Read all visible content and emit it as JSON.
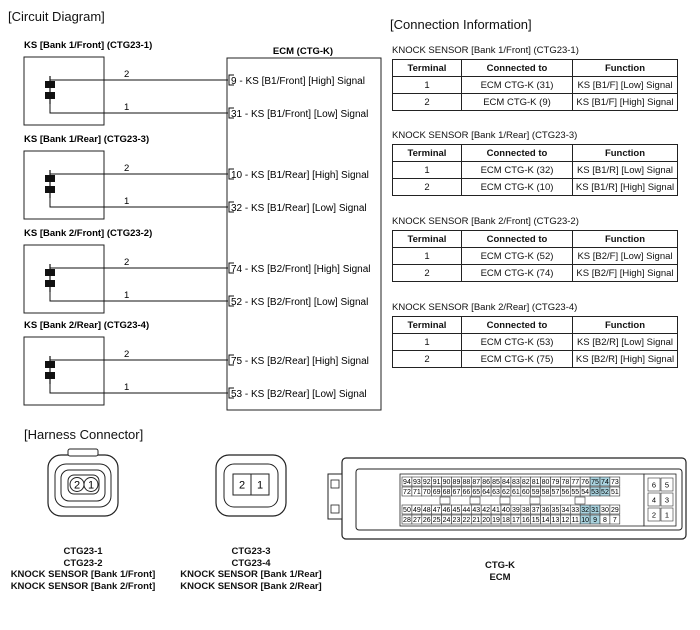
{
  "sections": {
    "circuit": "[Circuit Diagram]",
    "connection": "[Connection Information]",
    "harness": "[Harness Connector]"
  },
  "ecm_title": "ECM (CTG-K)",
  "sensors": [
    {
      "label": "KS [Bank 1/Front] (CTG23-1)",
      "pin_hi": "2",
      "pin_lo": "1",
      "ecm_hi": "9 - KS [B1/Front] [High] Signal",
      "ecm_lo": "31 - KS [B1/Front] [Low] Signal"
    },
    {
      "label": "KS [Bank 1/Rear] (CTG23-3)",
      "pin_hi": "2",
      "pin_lo": "1",
      "ecm_hi": "10 - KS [B1/Rear] [High] Signal",
      "ecm_lo": "32 - KS [B1/Rear] [Low] Signal"
    },
    {
      "label": "KS [Bank 2/Front] (CTG23-2)",
      "pin_hi": "2",
      "pin_lo": "1",
      "ecm_hi": "74 - KS [B2/Front] [High] Signal",
      "ecm_lo": "52 - KS [B2/Front] [Low] Signal"
    },
    {
      "label": "KS [Bank 2/Rear] (CTG23-4)",
      "pin_hi": "2",
      "pin_lo": "1",
      "ecm_hi": "75 - KS [B2/Rear] [High] Signal",
      "ecm_lo": "53 - KS [B2/Rear] [Low] Signal"
    }
  ],
  "tables": [
    {
      "title": "KNOCK SENSOR [Bank 1/Front] (CTG23-1)",
      "headers": [
        "Terminal",
        "Connected to",
        "Function"
      ],
      "rows": [
        [
          "1",
          "ECM CTG-K (31)",
          "KS [B1/F] [Low] Signal"
        ],
        [
          "2",
          "ECM CTG-K (9)",
          "KS [B1/F] [High] Signal"
        ]
      ]
    },
    {
      "title": "KNOCK SENSOR [Bank 1/Rear] (CTG23-3)",
      "headers": [
        "Terminal",
        "Connected to",
        "Function"
      ],
      "rows": [
        [
          "1",
          "ECM CTG-K (32)",
          "KS [B1/R] [Low] Signal"
        ],
        [
          "2",
          "ECM CTG-K (10)",
          "KS [B1/R] [High] Signal"
        ]
      ]
    },
    {
      "title": "KNOCK SENSOR [Bank 2/Front] (CTG23-2)",
      "headers": [
        "Terminal",
        "Connected to",
        "Function"
      ],
      "rows": [
        [
          "1",
          "ECM CTG-K (52)",
          "KS [B2/F] [Low] Signal"
        ],
        [
          "2",
          "ECM CTG-K (74)",
          "KS [B2/F] [High] Signal"
        ]
      ]
    },
    {
      "title": "KNOCK SENSOR [Bank 2/Rear] (CTG23-4)",
      "headers": [
        "Terminal",
        "Connected to",
        "Function"
      ],
      "rows": [
        [
          "1",
          "ECM CTG-K (53)",
          "KS [B2/R] [Low] Signal"
        ],
        [
          "2",
          "ECM CTG-K (75)",
          "KS [B2/R] [High] Signal"
        ]
      ]
    }
  ],
  "harness": {
    "connector1": {
      "pins": [
        "2",
        "1"
      ],
      "caption": [
        "CTG23-1",
        "CTG23-2",
        "KNOCK SENSOR [Bank 1/Front]",
        "KNOCK SENSOR [Bank 2/Front]"
      ]
    },
    "connector2": {
      "pins": [
        "2",
        "1"
      ],
      "caption": [
        "CTG23-3",
        "CTG23-4",
        "KNOCK SENSOR [Bank 1/Rear]",
        "KNOCK SENSOR [Bank 2/Rear]"
      ]
    },
    "ecm": {
      "caption": [
        "CTG-K",
        "ECM"
      ],
      "rows": [
        [
          "94",
          "93",
          "92",
          "91",
          "90",
          "89",
          "88",
          "87",
          "86",
          "85",
          "84",
          "83",
          "82",
          "81",
          "80",
          "79",
          "78",
          "77",
          "76",
          "75",
          "74",
          "73"
        ],
        [
          "72",
          "71",
          "70",
          "69",
          "68",
          "67",
          "66",
          "65",
          "64",
          "63",
          "62",
          "61",
          "60",
          "59",
          "58",
          "57",
          "56",
          "55",
          "54",
          "53",
          "52",
          "51"
        ],
        [
          "50",
          "49",
          "48",
          "47",
          "46",
          "45",
          "44",
          "43",
          "42",
          "41",
          "40",
          "39",
          "38",
          "37",
          "36",
          "35",
          "34",
          "33",
          "32",
          "31",
          "30",
          "29"
        ],
        [
          "28",
          "27",
          "26",
          "25",
          "24",
          "23",
          "22",
          "21",
          "20",
          "19",
          "18",
          "17",
          "16",
          "15",
          "14",
          "13",
          "12",
          "11",
          "10",
          "9",
          "8",
          "7"
        ]
      ],
      "highlighted": [
        "75",
        "74",
        "53",
        "52",
        "32",
        "31",
        "10",
        "9"
      ],
      "side_pins": [
        [
          "6",
          "5"
        ],
        [
          "4",
          "3"
        ],
        [
          "2",
          "1"
        ]
      ],
      "highlight_color": "#a9d3df"
    }
  }
}
